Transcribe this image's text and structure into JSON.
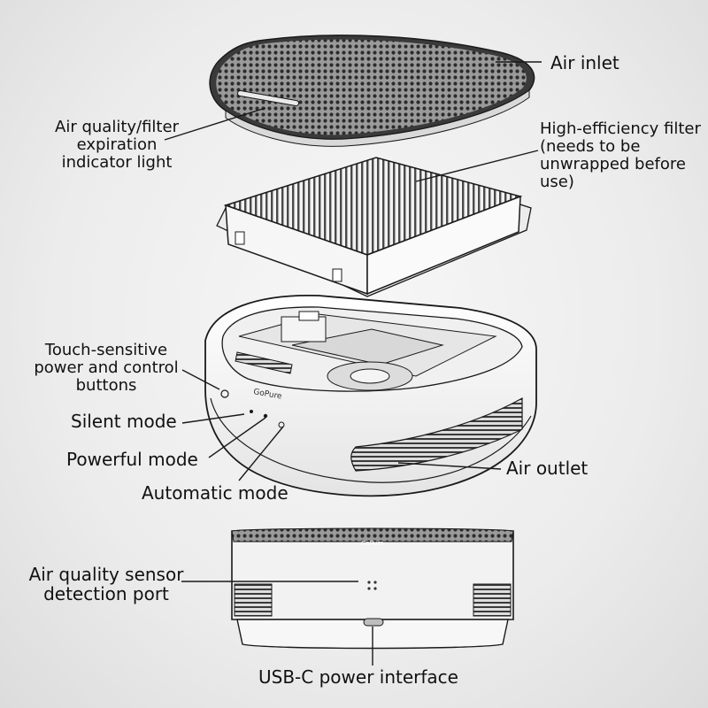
{
  "labels": {
    "air_inlet": "Air inlet",
    "indicator_light": "Air quality/filter\nexpiration\nindicator light",
    "filter": "High-efficiency filter\n(needs to be\nunwrapped before\nuse)",
    "touch_buttons": "Touch-sensitive\npower and control\nbuttons",
    "silent_mode": "Silent mode",
    "powerful_mode": "Powerful mode",
    "automatic_mode": "Automatic mode",
    "air_outlet": "Air outlet",
    "sensor_port": "Air quality sensor\ndetection port",
    "usb_c": "USB-C power interface"
  },
  "device": {
    "brand_logo": "GoPure",
    "bottom_label": "GoPure"
  },
  "colors": {
    "line": "#1a1a1a",
    "body": "#f4f4f4",
    "mesh": "#6a6a6a"
  }
}
